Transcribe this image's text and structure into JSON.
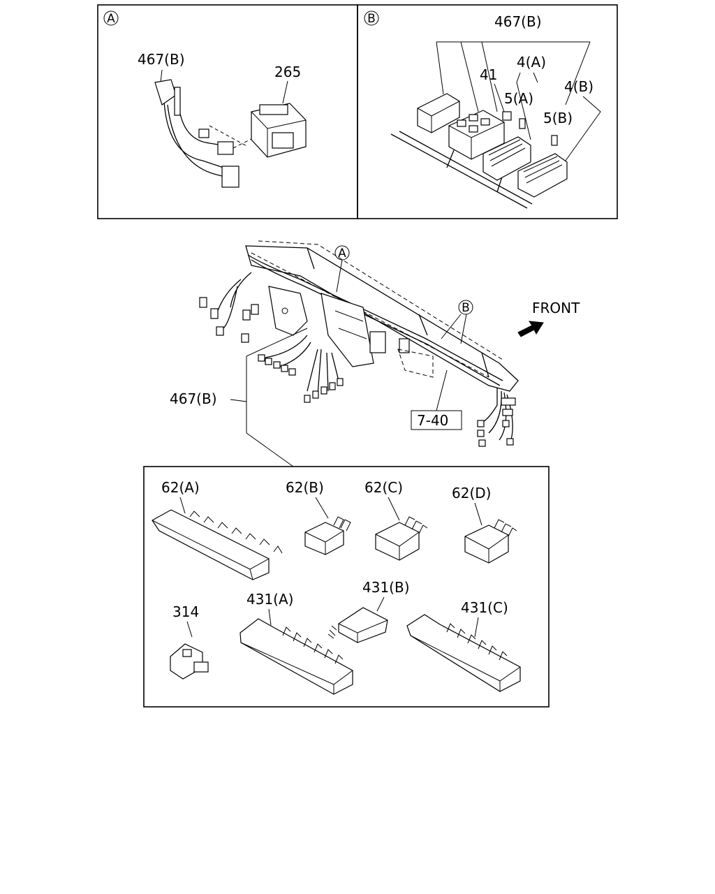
{
  "panels": {
    "a": {
      "marker": "A"
    },
    "b": {
      "marker": "B"
    }
  },
  "labels": {
    "harness_a": "467(B)",
    "connector_265": "265",
    "harness_b": "467(B)",
    "part_41": "41",
    "part_4a": "4(A)",
    "part_5a": "5(A)",
    "part_4b": "4(B)",
    "part_5b": "5(B)",
    "callout_a": "A",
    "callout_b": "B",
    "front": "FRONT",
    "harness_main": "467(B)",
    "ref_7_40": "7-40",
    "p62a": "62(A)",
    "p62b": "62(B)",
    "p62c": "62(C)",
    "p62d": "62(D)",
    "p314": "314",
    "p431a": "431(A)",
    "p431b": "431(B)",
    "p431c": "431(C)"
  }
}
